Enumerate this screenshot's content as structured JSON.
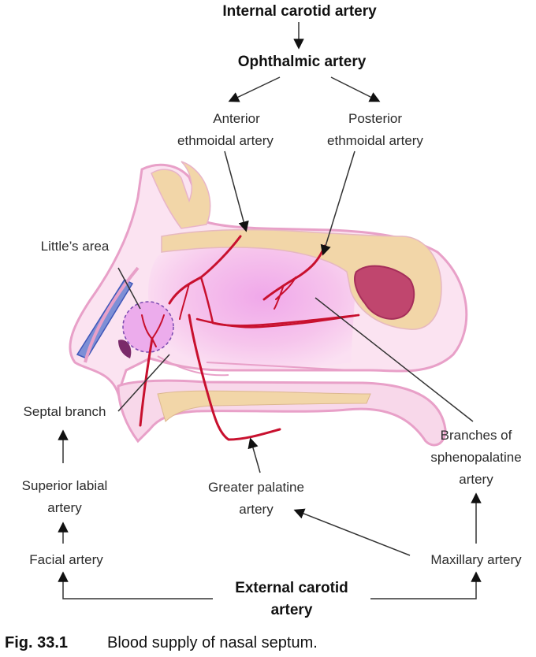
{
  "labels": {
    "internal_carotid": "Internal carotid artery",
    "ophthalmic": "Ophthalmic artery",
    "anterior_ethmoidal_1": "Anterior",
    "anterior_ethmoidal_2": "ethmoidal artery",
    "posterior_ethmoidal_1": "Posterior",
    "posterior_ethmoidal_2": "ethmoidal artery",
    "littles_area": "Little’s area",
    "septal_branch": "Septal branch",
    "superior_labial_1": "Superior labial",
    "superior_labial_2": "artery",
    "greater_palatine_1": "Greater palatine",
    "greater_palatine_2": "artery",
    "sphenopalatine_1": "Branches of",
    "sphenopalatine_2": "sphenopalatine",
    "sphenopalatine_3": "artery",
    "facial": "Facial artery",
    "maxillary": "Maxillary artery",
    "external_carotid_1": "External carotid",
    "external_carotid_2": "artery"
  },
  "caption": {
    "number": "Fig. 33.1",
    "text": "Blood supply of nasal septum."
  },
  "colors": {
    "septum_pink": "#f7c6e6",
    "septum_magenta": "#f0a8e0",
    "bone_tan": "#f2d6a8",
    "outline_pink": "#e8a0c8",
    "vessel_red": "#c8102e",
    "cartilage_blue": "#7d8fd6",
    "sinus_maroon": "#c0466e"
  }
}
